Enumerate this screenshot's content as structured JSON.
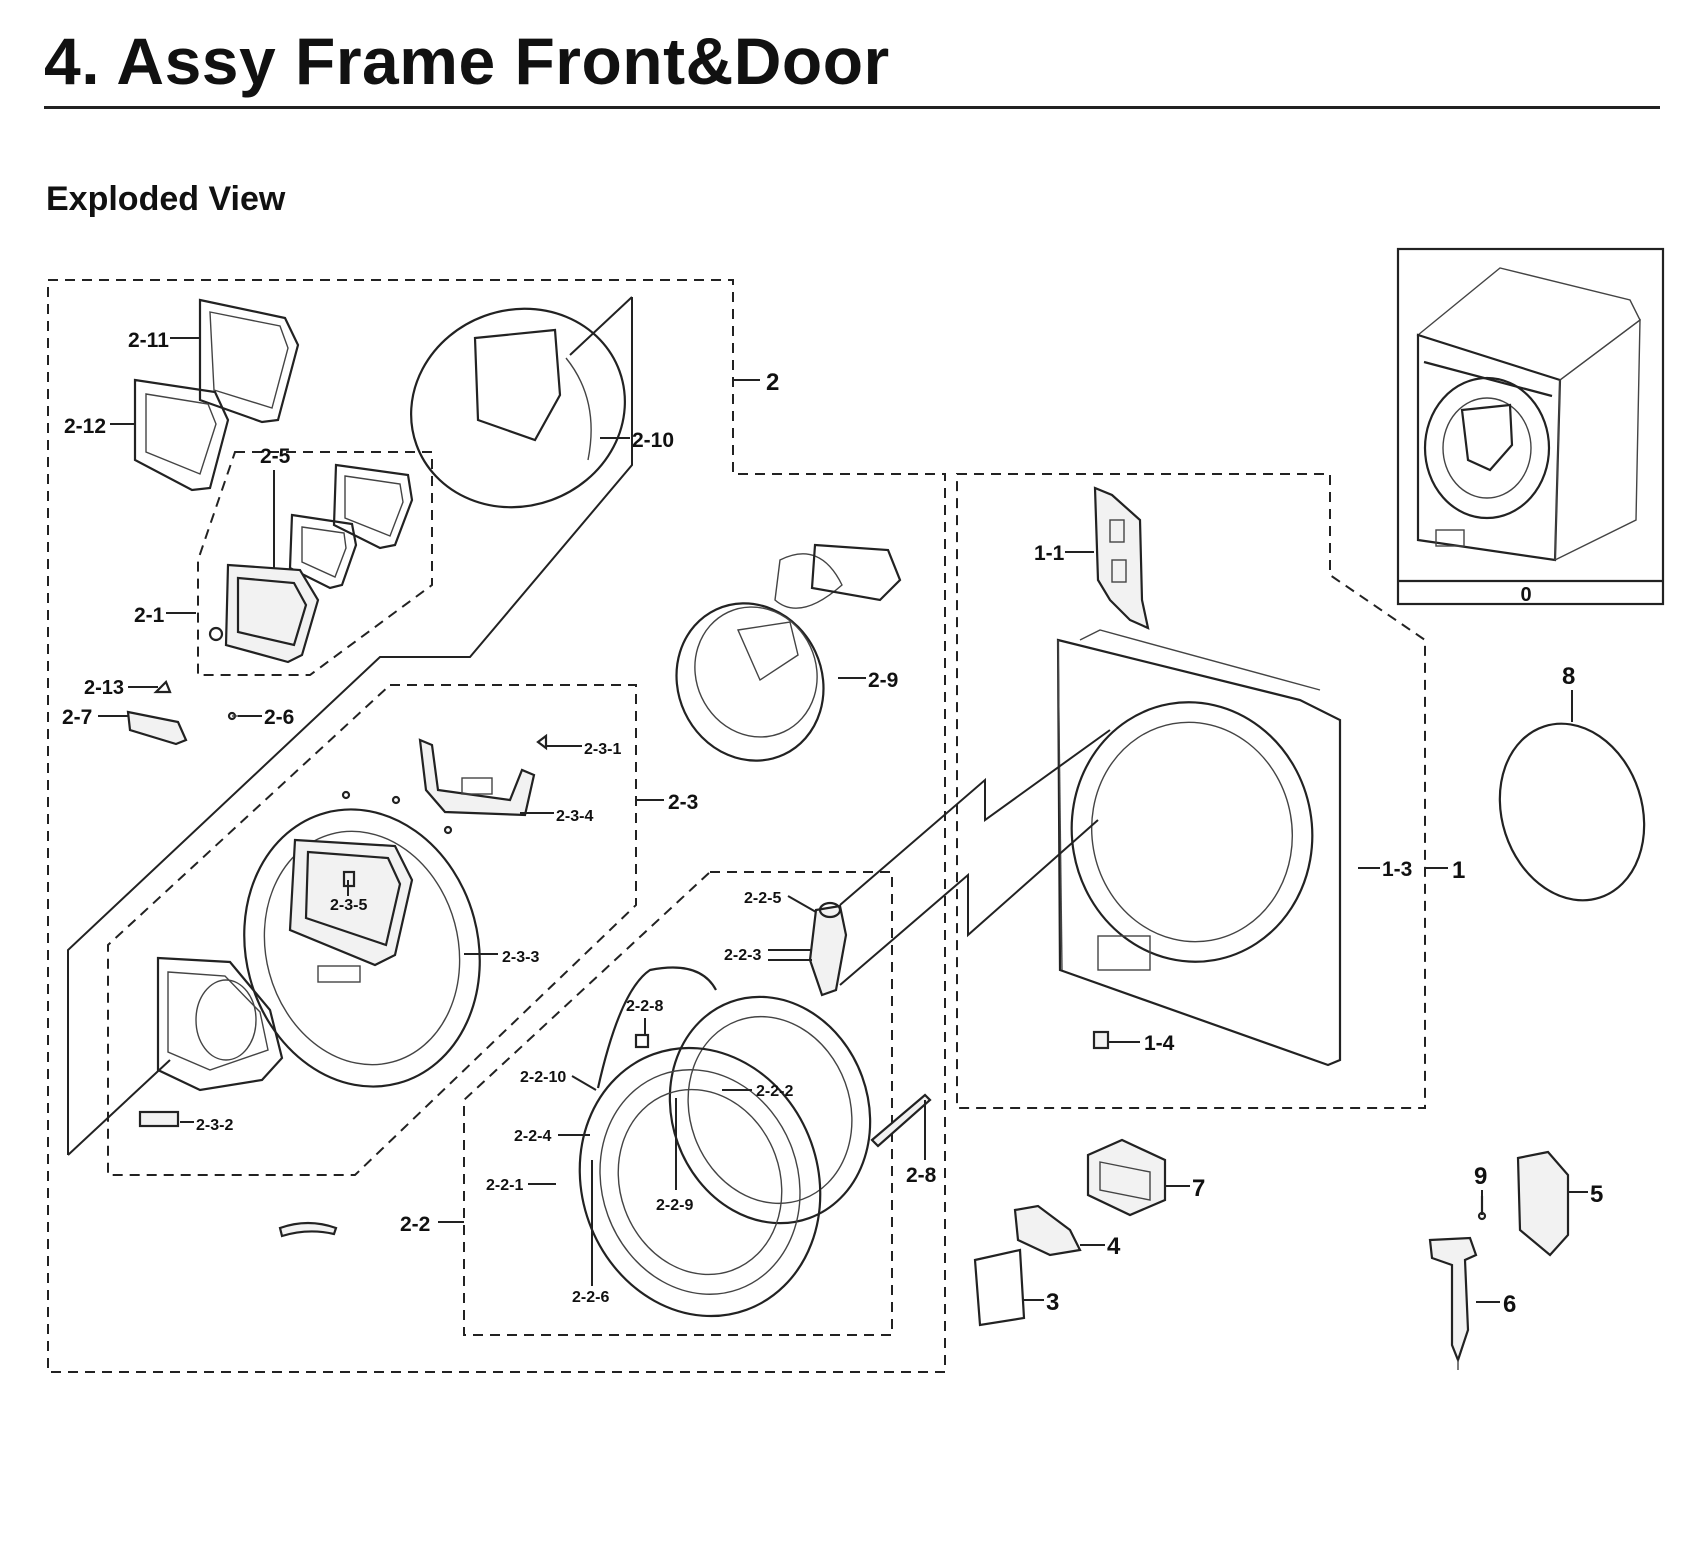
{
  "header": {
    "title": "4.  Assy Frame Front&Door",
    "subtitle": "Exploded View"
  },
  "diagram": {
    "inset_label": "0",
    "labels": {
      "p2_11": "2-11",
      "p2_12": "2-12",
      "p2_5": "2-5",
      "p2_1": "2-1",
      "p2_13": "2-13",
      "p2_7": "2-7",
      "p2_6": "2-6",
      "p2": "2",
      "p2_10": "2-10",
      "p2_9": "2-9",
      "p2_3_1": "2-3-1",
      "p2_3_4": "2-3-4",
      "p2_3": "2-3",
      "p2_3_5": "2-3-5",
      "p2_3_3": "2-3-3",
      "p2_3_2": "2-3-2",
      "p2_2_5": "2-2-5",
      "p2_2_3": "2-2-3",
      "p2_2_8": "2-2-8",
      "p2_2_10": "2-2-10",
      "p2_2_2": "2-2-2",
      "p2_2_4": "2-2-4",
      "p2_2_1": "2-2-1",
      "p2_2_9": "2-2-9",
      "p2_2_6": "2-2-6",
      "p2_2": "2-2",
      "p2_8": "2-8",
      "p1_1": "1-1",
      "p1_3": "1-3",
      "p1": "1",
      "p1_4": "1-4",
      "p8": "8",
      "p7": "7",
      "p4": "4",
      "p3": "3",
      "p9": "9",
      "p5": "5",
      "p6": "6"
    }
  }
}
